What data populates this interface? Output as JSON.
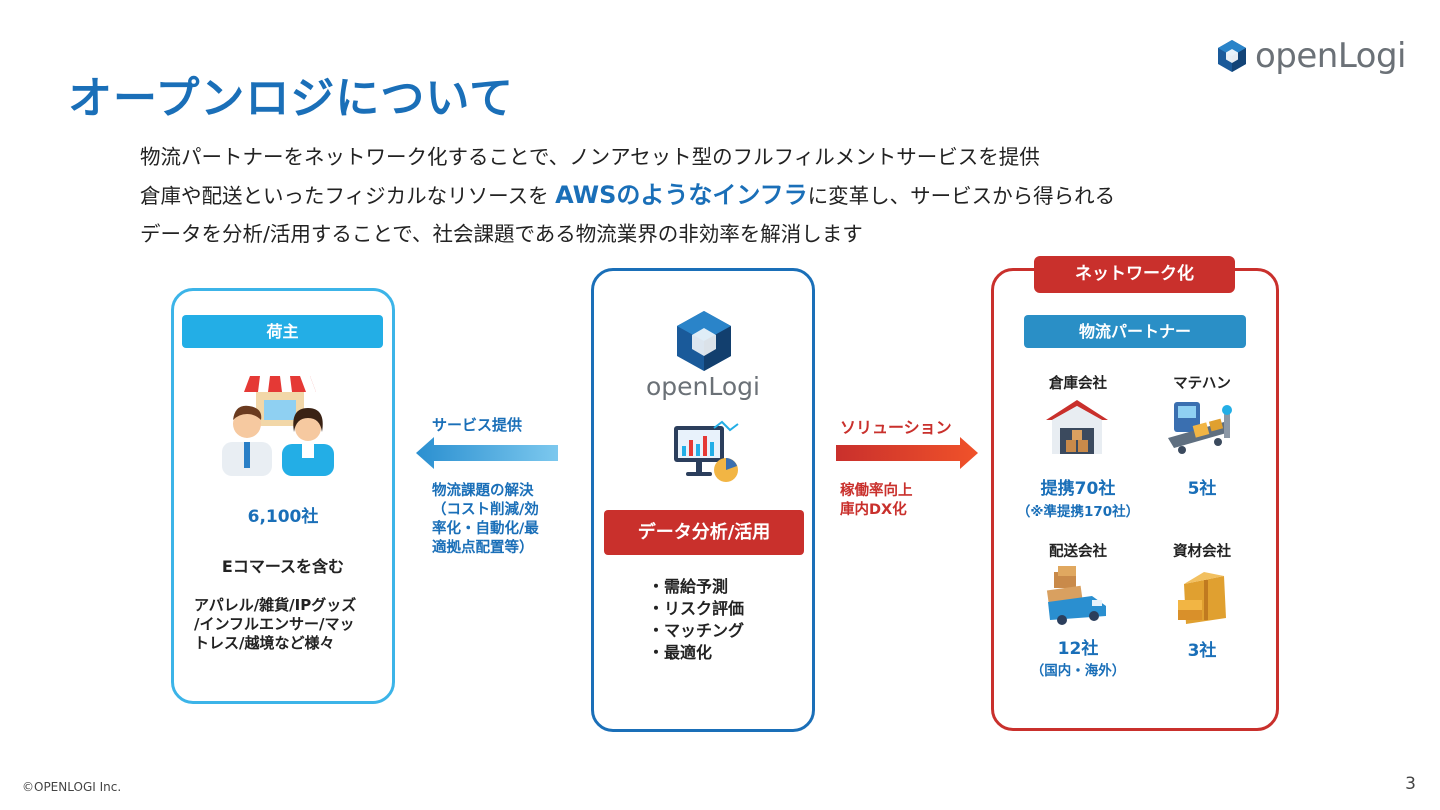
{
  "header": {
    "title": "オープンロジについて",
    "logo_text": "openLogi"
  },
  "intro": {
    "line1": "物流パートナーをネットワーク化することで、ノンアセット型のフルフィルメントサービスを提供",
    "line2_pre": "倉庫や配送といったフィジカルなリソースを ",
    "line2_highlight": "AWSのようなインフラ",
    "line2_post": "に変革し、サービスから得られる",
    "line3": "データを分析/活用することで、社会課題である物流業界の非効率を解消します"
  },
  "left_panel": {
    "label": "荷主",
    "count": "6,100社",
    "subtitle": "Eコマースを含む",
    "desc_lines": [
      "アパレル/雑貨/IPグッズ",
      "/インフルエンサー/マッ",
      "トレス/越境など様々"
    ]
  },
  "left_arrow": {
    "label": "サービス提供",
    "desc_lines": [
      "物流課題の解決",
      "（コスト削減/効",
      "率化・自動化/最",
      "適拠点配置等）"
    ]
  },
  "mid_panel": {
    "logo_text": "openLogi",
    "label": "データ分析/活用",
    "items": [
      "・需給予測",
      "・リスク評価",
      "・マッチング",
      "・最適化"
    ]
  },
  "right_arrow": {
    "label": "ソリューション",
    "desc_lines": [
      "稼働率向上",
      "庫内DX化"
    ]
  },
  "right_panel": {
    "tag": "ネットワーク化",
    "label": "物流パートナー",
    "cells": [
      {
        "title": "倉庫会社",
        "value": "提携70社",
        "note": "（※準提携170社）"
      },
      {
        "title": "マテハン",
        "value": "5社",
        "note": ""
      },
      {
        "title": "配送会社",
        "value": "12社",
        "note": "（国内・海外）"
      },
      {
        "title": "資材会社",
        "value": "3社",
        "note": ""
      }
    ]
  },
  "footer": {
    "copyright": "©OPENLOGI Inc.",
    "page": "3"
  },
  "colors": {
    "brand_blue": "#1a6fb8",
    "light_blue": "#23aee6",
    "red": "#c9302c"
  }
}
